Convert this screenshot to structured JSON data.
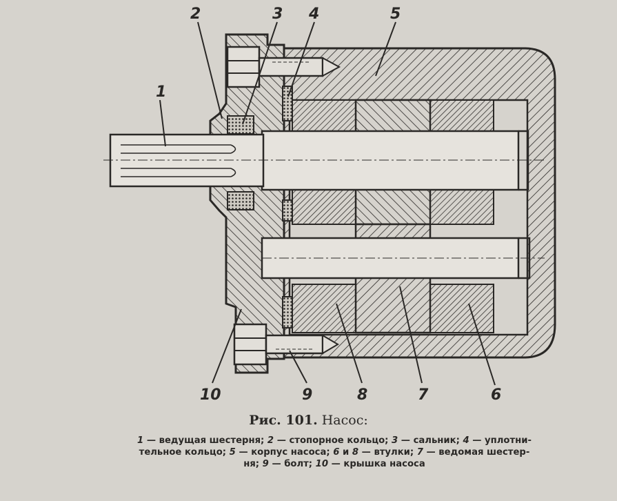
{
  "figure": {
    "title_prefix": "Рис. 101.",
    "title": "Насос:"
  },
  "callouts": [
    {
      "id": "c1",
      "text": "1"
    },
    {
      "id": "c2",
      "text": "2"
    },
    {
      "id": "c3",
      "text": "3"
    },
    {
      "id": "c4",
      "text": "4"
    },
    {
      "id": "c5",
      "text": "5"
    },
    {
      "id": "c6",
      "text": "6"
    },
    {
      "id": "c7",
      "text": "7"
    },
    {
      "id": "c8",
      "text": "8"
    },
    {
      "id": "c9",
      "text": "9"
    },
    {
      "id": "c10",
      "text": "10"
    }
  ],
  "legend": {
    "line1": [
      {
        "n": "1",
        "t": " — ведущая шестерня; "
      },
      {
        "n": "2",
        "t": " — стопорное кольцо; "
      },
      {
        "n": "3",
        "t": " — сальник; "
      },
      {
        "n": "4",
        "t": " — уплотни-"
      }
    ],
    "line2": [
      {
        "n": "",
        "t": "тельное кольцо; "
      },
      {
        "n": "5",
        "t": " — корпус насоса; "
      },
      {
        "n": "6",
        "t": " и "
      },
      {
        "n": "8",
        "t": " — втулки; "
      },
      {
        "n": "7",
        "t": " — ведомая шестер-"
      }
    ],
    "line3": [
      {
        "n": "",
        "t": "ня; "
      },
      {
        "n": "9",
        "t": " — болт; "
      },
      {
        "n": "10",
        "t": " — крышка насоса"
      }
    ]
  },
  "colors": {
    "paper": "#d6d3cd",
    "ink": "#2a2826"
  }
}
